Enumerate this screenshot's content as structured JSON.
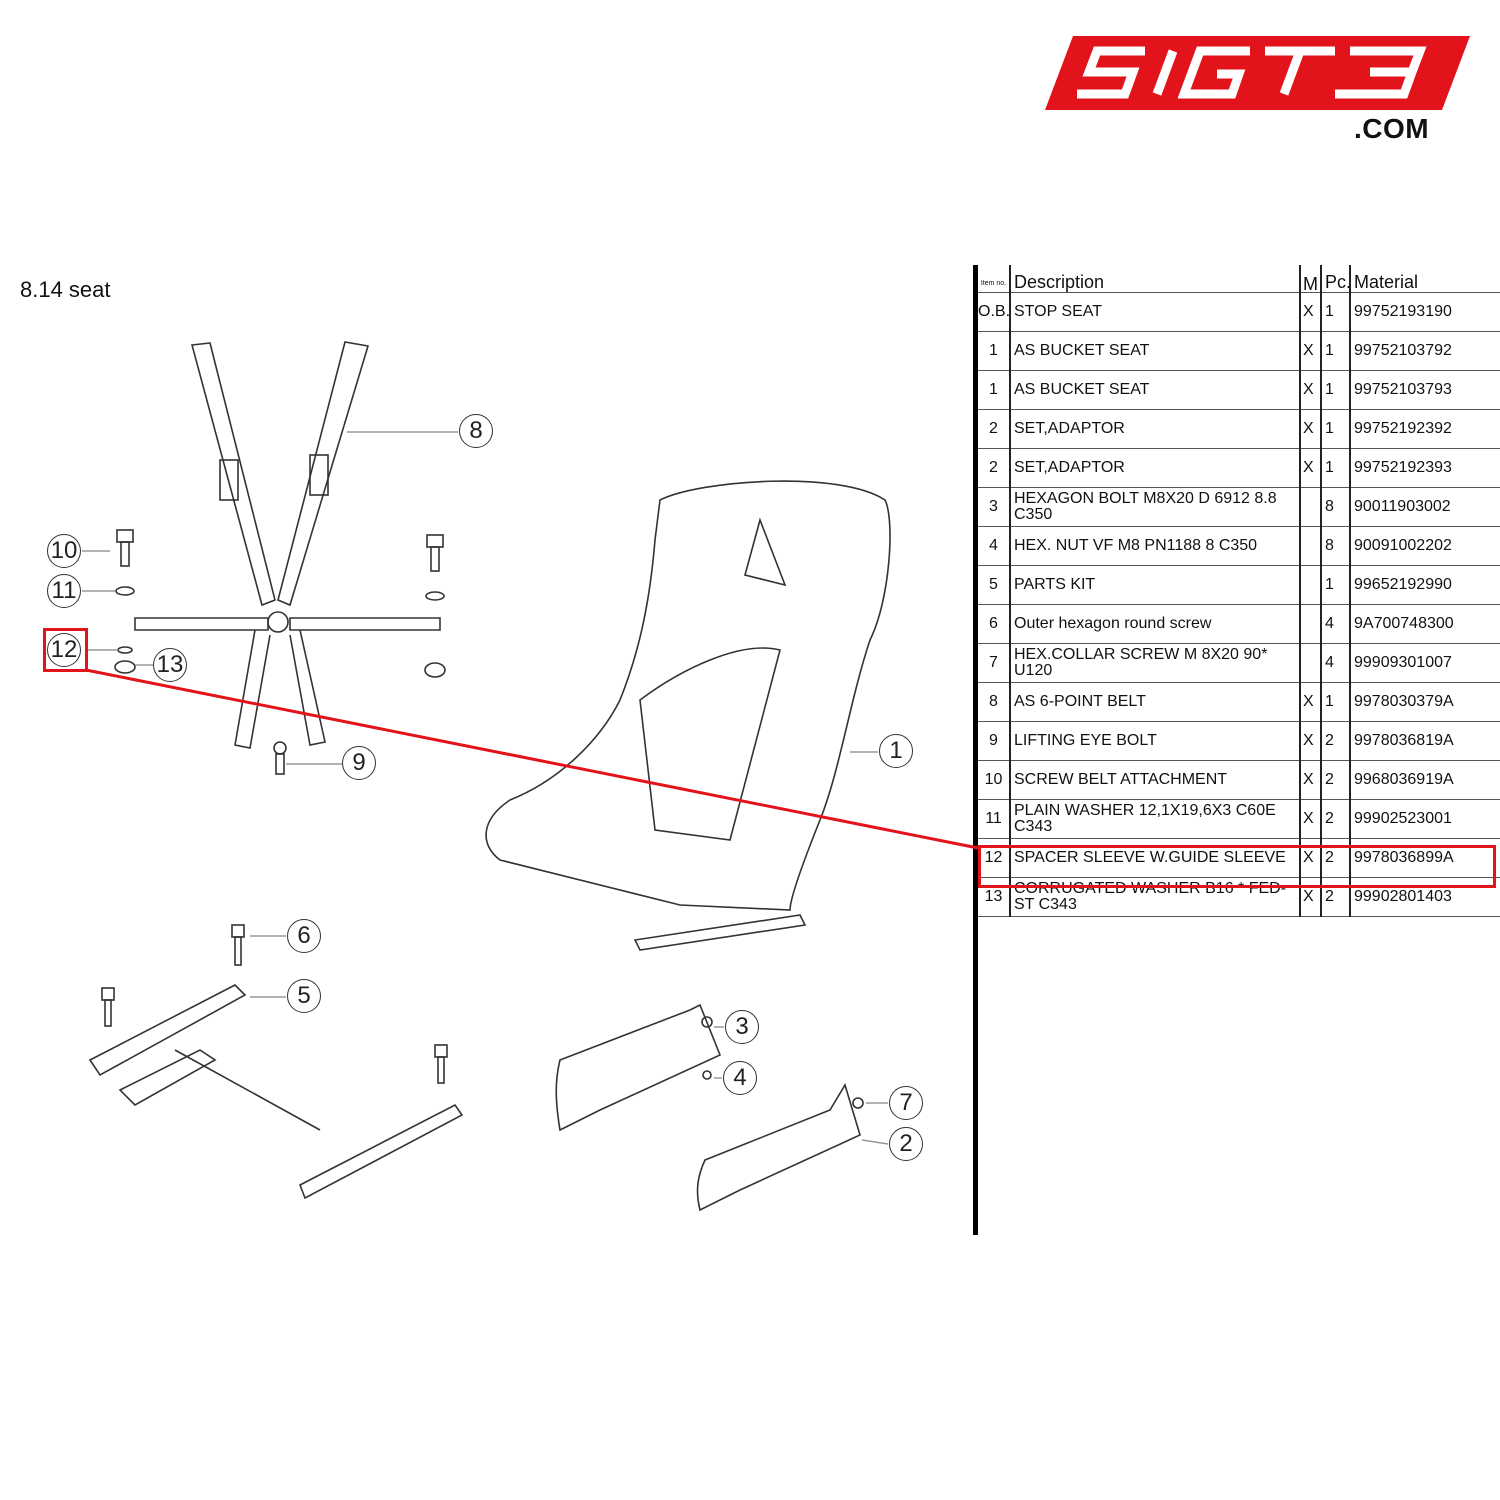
{
  "logo": {
    "text": "SIGT3",
    "suffix": ".COM",
    "color": "#e3131b"
  },
  "page_title": "8.14  seat",
  "callouts": [
    "1",
    "2",
    "3",
    "4",
    "5",
    "6",
    "7",
    "8",
    "9",
    "10",
    "11",
    "12",
    "13"
  ],
  "highlight": {
    "item": "12",
    "color": "#e3131b"
  },
  "table": {
    "headers": {
      "item": "Item no.",
      "description": "Description",
      "m": "M",
      "pc": "Pc.",
      "material": "Material"
    },
    "rows": [
      {
        "item": "O.B.",
        "description": "STOP SEAT",
        "m": "X",
        "pc": "1",
        "material": "99752193190"
      },
      {
        "item": "1",
        "description": "AS BUCKET SEAT",
        "m": "X",
        "pc": "1",
        "material": "99752103792"
      },
      {
        "item": "1",
        "description": "AS BUCKET SEAT",
        "m": "X",
        "pc": "1",
        "material": "99752103793"
      },
      {
        "item": "2",
        "description": "SET,ADAPTOR",
        "m": "X",
        "pc": "1",
        "material": "99752192392"
      },
      {
        "item": "2",
        "description": "SET,ADAPTOR",
        "m": "X",
        "pc": "1",
        "material": "99752192393"
      },
      {
        "item": "3",
        "description": "HEXAGON BOLT M8X20 D 6912 8.8 C350",
        "m": "",
        "pc": "8",
        "material": "90011903002"
      },
      {
        "item": "4",
        "description": "HEX. NUT VF M8 PN1188 8 C350",
        "m": "",
        "pc": "8",
        "material": "90091002202"
      },
      {
        "item": "5",
        "description": "PARTS KIT",
        "m": "",
        "pc": "1",
        "material": "99652192990"
      },
      {
        "item": "6",
        "description": "Outer hexagon round screw",
        "m": "",
        "pc": "4",
        "material": "9A700748300"
      },
      {
        "item": "7",
        "description": "HEX.COLLAR SCREW M 8X20 90* U120",
        "m": "",
        "pc": "4",
        "material": "99909301007"
      },
      {
        "item": "8",
        "description": "AS 6-POINT BELT",
        "m": "X",
        "pc": "1",
        "material": "9978030379A"
      },
      {
        "item": "9",
        "description": "LIFTING EYE BOLT",
        "m": "X",
        "pc": "2",
        "material": "9978036819A"
      },
      {
        "item": "10",
        "description": "SCREW BELT ATTACHMENT",
        "m": "X",
        "pc": "2",
        "material": "9968036919A"
      },
      {
        "item": "11",
        "description": "PLAIN WASHER 12,1X19,6X3 C60E C343",
        "m": "X",
        "pc": "2",
        "material": "99902523001"
      },
      {
        "item": "12",
        "description": "SPACER SLEEVE W.GUIDE SLEEVE",
        "m": "X",
        "pc": "2",
        "material": "9978036899A"
      },
      {
        "item": "13",
        "description": "CORRUGATED WASHER B16 * FED-ST C343",
        "m": "X",
        "pc": "2",
        "material": "99902801403"
      }
    ]
  }
}
